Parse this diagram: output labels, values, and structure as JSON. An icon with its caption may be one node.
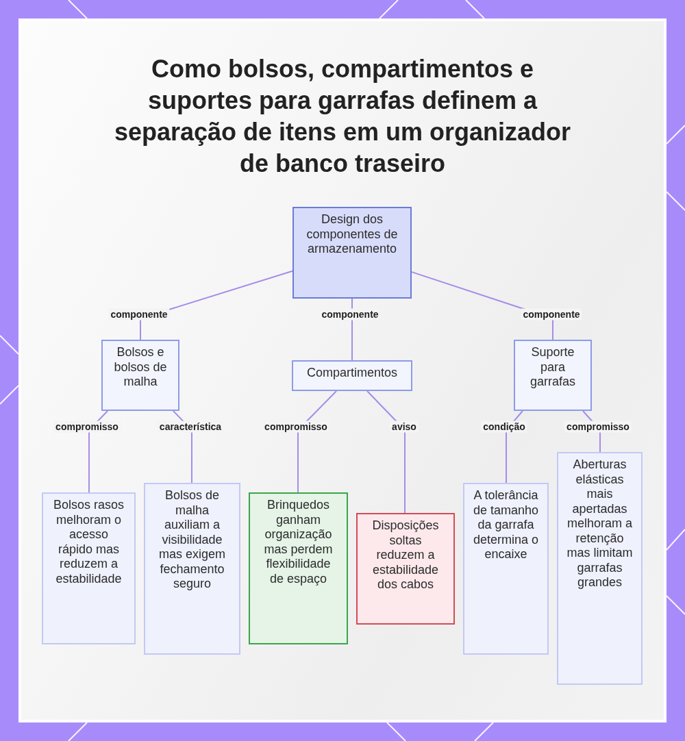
{
  "diagram": {
    "title": "Como bolsos, compartimentos e suportes para garrafas definem a separação de itens em um organizador de banco traseiro",
    "nodes": [
      {
        "text": [
          "Design dos componentes de armazenamento"
        ]
      },
      {
        "text": [
          "Bolsos e bolsos de malha"
        ]
      },
      {
        "text": [
          "Compartimentos"
        ]
      },
      {
        "text": [
          "Suporte para garrafas"
        ]
      },
      {
        "text": [
          "Bolsos rasos melhoram o acesso rápido mas reduzem a estabilidade"
        ]
      },
      {
        "text": [
          "Bolsos de malha auxiliam a visibilidade mas exigem fechamento seguro"
        ]
      },
      {
        "text": [
          "Brinquedos ganham organização mas perdem flexibilidade de espaço"
        ]
      },
      {
        "text": [
          "Disposições soltas reduzem a estabilidade dos cabos"
        ]
      },
      {
        "text": [
          "A tolerância de tamanho da garrafa determina o encaixe"
        ]
      },
      {
        "text": [
          "Aberturas elásticas mais apertadas melhoram a retenção mas limitam garrafas grandes"
        ]
      }
    ],
    "edges": [
      {
        "from": 0,
        "to": 1,
        "arrow": "none",
        "label": "componente"
      },
      {
        "from": 0,
        "to": 2,
        "arrow": "none",
        "label": "componente"
      },
      {
        "from": 0,
        "to": 3,
        "arrow": "none",
        "label": "componente"
      },
      {
        "from": 1,
        "to": 4,
        "arrow": "none",
        "label": "compromisso"
      },
      {
        "from": 1,
        "to": 5,
        "arrow": "none",
        "label": "característica"
      },
      {
        "from": 2,
        "to": 6,
        "arrow": "none",
        "label": "compromisso"
      },
      {
        "from": 2,
        "to": 7,
        "arrow": "none",
        "label": "aviso"
      },
      {
        "from": 3,
        "to": 8,
        "arrow": "none",
        "label": "condição"
      },
      {
        "from": 3,
        "to": 9,
        "arrow": "none",
        "label": "compromisso"
      }
    ]
  }
}
